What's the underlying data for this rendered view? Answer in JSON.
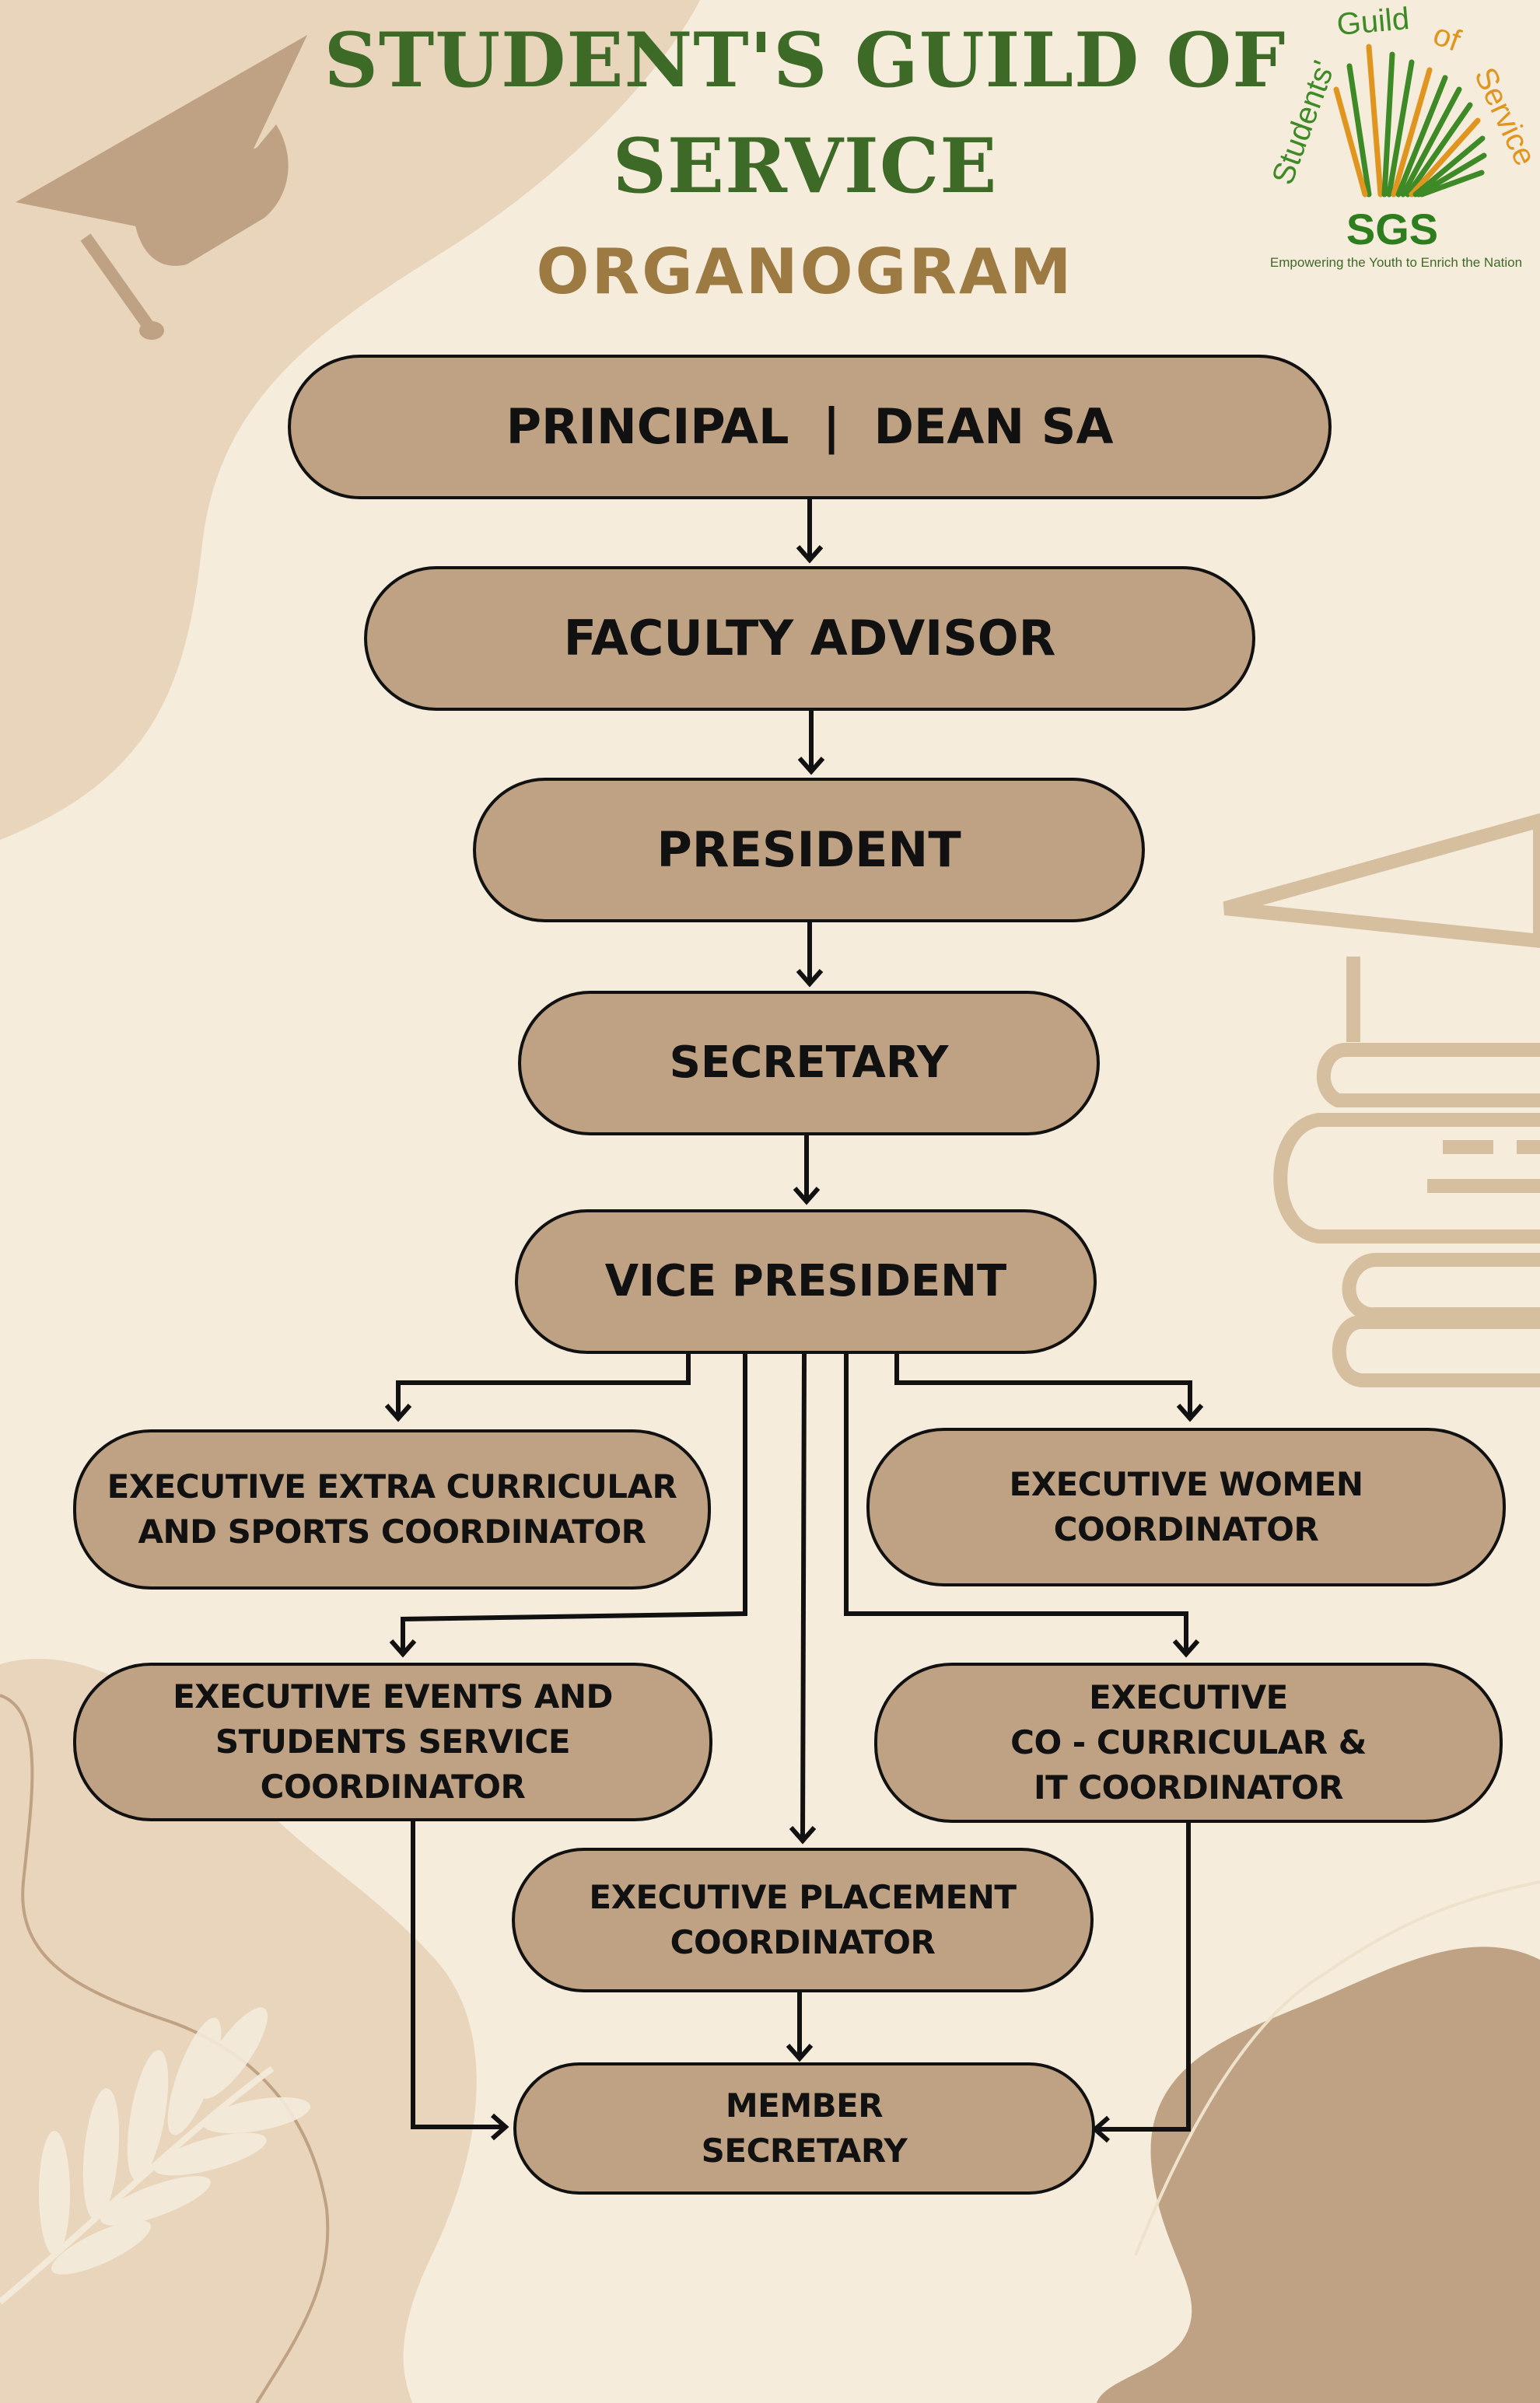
{
  "header": {
    "title_line1": "STUDENT'S GUILD OF",
    "title_line2": "SERVICE",
    "subtitle": "ORGANOGRAM"
  },
  "logo": {
    "arc_text": "Students' Guild of Service",
    "abbr": "SGS",
    "tagline": "Empowering the Youth to Enrich the Nation"
  },
  "nodes": {
    "principal": "PRINCIPAL  |  DEAN SA",
    "faculty_advisor": "FACULTY ADVISOR",
    "president": "PRESIDENT",
    "secretary": "SECRETARY",
    "vice_president": "VICE PRESIDENT",
    "extra_curricular": "EXECUTIVE EXTRA CURRICULAR\nAND SPORTS COORDINATOR",
    "women": "EXECUTIVE WOMEN\nCOORDINATOR",
    "events": "EXECUTIVE EVENTS AND\nSTUDENTS SERVICE\nCOORDINATOR",
    "co_curricular": "EXECUTIVE\nCO - CURRICULAR &\nIT COORDINATOR",
    "placement": "EXECUTIVE PLACEMENT\nCOORDINATOR",
    "member_secretary": "MEMBER\nSECRETARY"
  },
  "colors": {
    "background": "#f5ecdc",
    "node_fill": "#bfa283",
    "title_green": "#3e6a27",
    "subtitle_brown": "#9c7a42"
  }
}
